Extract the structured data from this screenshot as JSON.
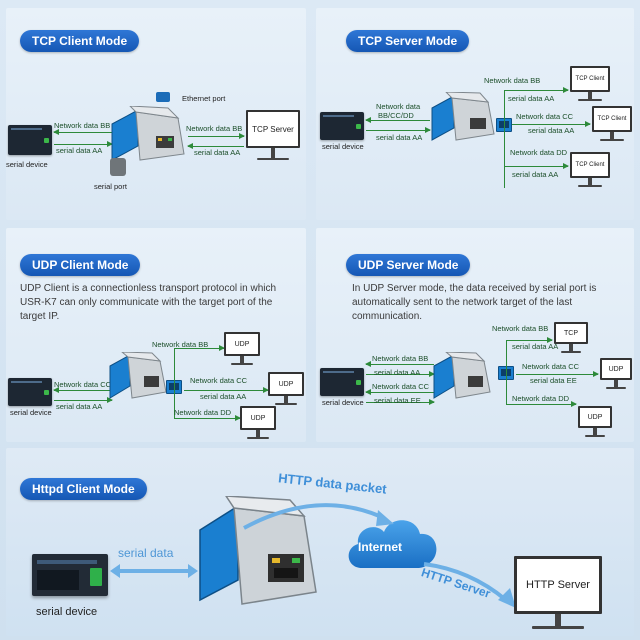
{
  "tcp_client": {
    "title": "TCP Client Mode",
    "network_data_bb_left": "Network data BB",
    "serial_data_aa_left": "serial data AA",
    "network_data_bb_right": "Network data BB",
    "serial_data_aa_right": "serial data AA",
    "ethernet_port": "Ethernet port",
    "serial_port": "serial port",
    "serial_device": "serial device",
    "server": "TCP Server"
  },
  "tcp_server": {
    "title": "TCP Server Mode",
    "network_data_left": "Network data",
    "network_data_left_2": "BB/CC/DD",
    "serial_data_aa_left": "serial data AA",
    "serial_device": "serial device",
    "branch1_net": "Network data BB",
    "branch1_ser": "serial data AA",
    "branch2_net": "Network data CC",
    "branch2_ser": "serial data AA",
    "branch3_net": "Network data DD",
    "branch3_ser": "serial data AA",
    "client1": "TCP Client",
    "client2": "TCP Client",
    "client3": "TCP Client"
  },
  "udp_client": {
    "title": "UDP Client Mode",
    "description": "UDP Client is a connectionless transport protocol in which USR-K7 can only communicate with the target port of the target IP.",
    "network_data_cc_left": "Network data CC",
    "serial_data_aa_left": "serial data AA",
    "serial_device": "serial device",
    "branch1_net": "Network data BB",
    "branch2_net": "Network data CC",
    "branch2_ser": "serial data AA",
    "branch3_net": "Network data DD",
    "udp1": "UDP",
    "udp2": "UDP",
    "udp3": "UDP"
  },
  "udp_server": {
    "title": "UDP Server Mode",
    "description": "In UDP Server mode, the data received by serial port is automatically sent to the network target of the last communication.",
    "left_net_bb": "Network data BB",
    "left_ser_aa": "serial data AA",
    "left_net_cc": "Network data CC",
    "left_ser_ee": "serial data EE",
    "serial_device": "serial device",
    "branch1_net": "Network data BB",
    "branch1_ser": "serial data AA",
    "branch2_net": "Network data CC",
    "branch2_ser": "serial data  EE",
    "branch3_net": "Network data DD",
    "tcp": "TCP",
    "udp1": "UDP",
    "udp2": "UDP"
  },
  "httpd": {
    "title": "Httpd Client  Mode",
    "serial_data": "serial data",
    "http_packet": "HTTP data packet",
    "internet": "Internet",
    "http_server_label": "HTTP Server",
    "http_server": "HTTP Server",
    "serial_device": "serial device"
  },
  "colors": {
    "badge": "#1f63c2",
    "arrow_green": "#2d8a3a",
    "module_blue": "#1a7fd0",
    "cloud_blue": "#2a8ad8"
  }
}
